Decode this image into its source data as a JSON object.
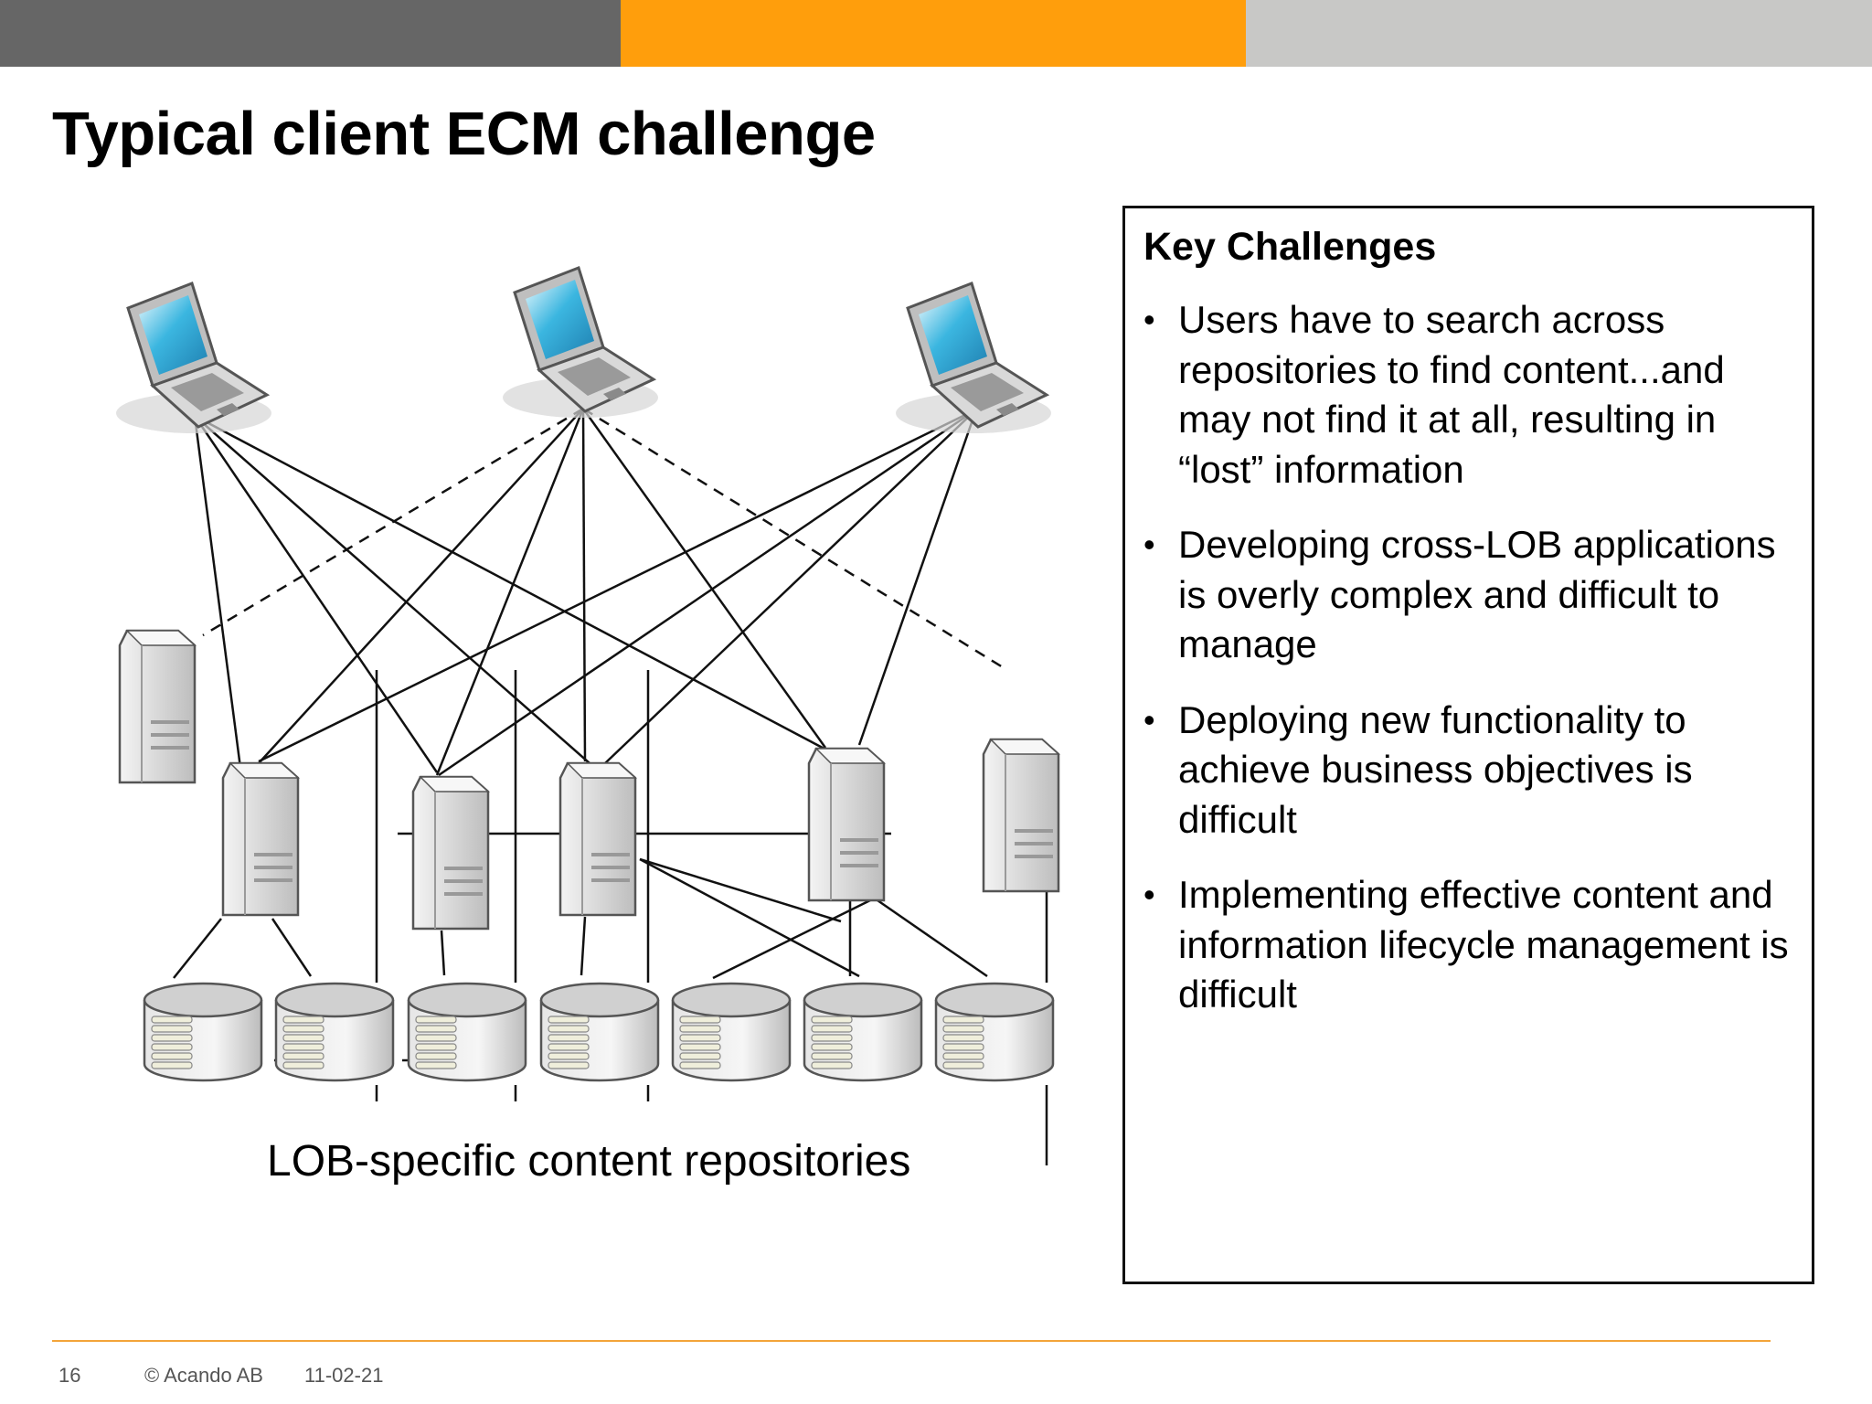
{
  "colors": {
    "bar_gray": "#666666",
    "bar_orange": "#FF9E0C",
    "bar_light": "#C8C8C6",
    "footer_line": "#F3A43A",
    "screen_blue": "#3BB6E0"
  },
  "slide": {
    "title": "Typical client ECM challenge"
  },
  "diagram": {
    "icons": [
      "laptop-icon",
      "server-icon",
      "database-icon"
    ],
    "caption": "LOB-specific content repositories"
  },
  "challenges": {
    "heading": "Key Challenges",
    "bullet_glyph": "•",
    "items": [
      "Users have to search across repositories to find content...and may not find it at all, resulting in “lost” information",
      "Developing cross-LOB applications is overly complex and difficult to manage",
      "Deploying new functionality to achieve business objectives is difficult",
      "Implementing effective content and information lifecycle management is difficult"
    ]
  },
  "footer": {
    "page_number": "16",
    "copyright": "© Acando AB",
    "date": "11-02-21"
  }
}
